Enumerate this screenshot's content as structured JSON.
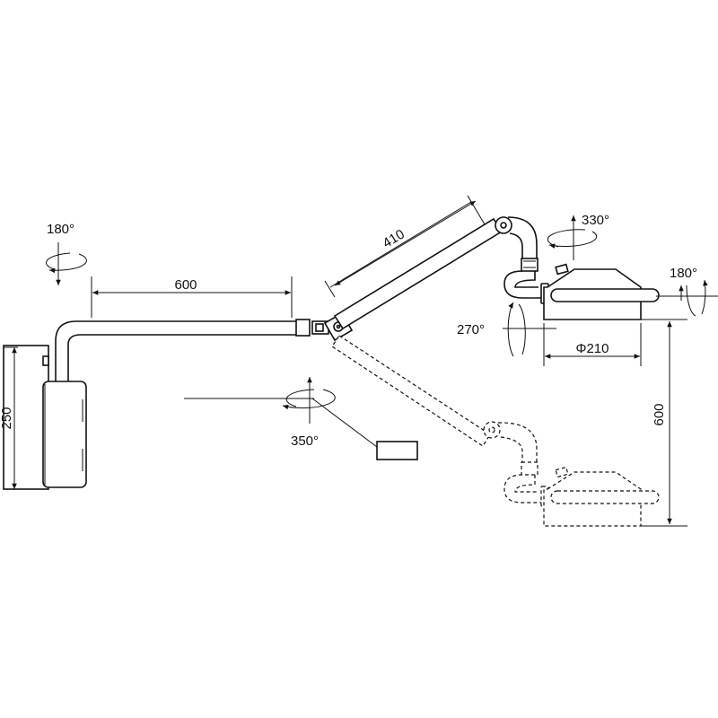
{
  "diagram": {
    "dimensions": {
      "wall_height": "250",
      "horizontal_arm_length": "600",
      "angled_arm_length": "410",
      "head_diameter": "Φ210",
      "vertical_travel": "600"
    },
    "rotations": {
      "wall_pivot": "180°",
      "arm_joint": "350°",
      "head_yoke": "330°",
      "head_tilt": "270°",
      "head_spin": "180°"
    }
  }
}
